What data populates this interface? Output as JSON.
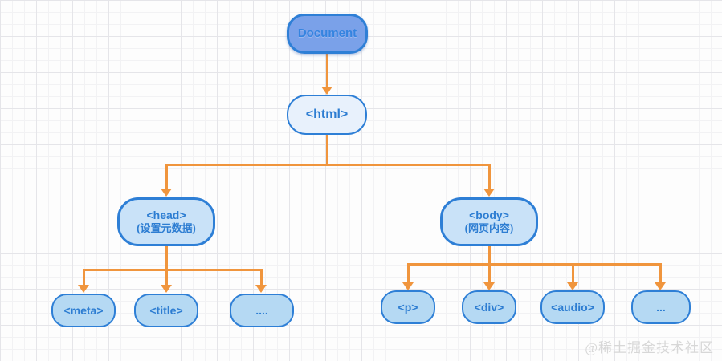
{
  "diagram": {
    "title_hint": "DOM tree structure",
    "watermark": "@稀土掘金技术社区",
    "colors": {
      "node_border": "#2e7fd6",
      "node_text": "#2d7dd2",
      "document_text": "#3584e0",
      "document_fill": "#7aa1e9",
      "html_fill": "#e8f1fc",
      "branch_fill": "#c9e2f8",
      "leaf_fill": "#b5d9f3",
      "connector": "#f0953d"
    },
    "nodes": {
      "document": {
        "label": "Document"
      },
      "html": {
        "label": "<html>"
      },
      "head": {
        "label": "<head>",
        "sublabel": "(设置元数据)"
      },
      "body": {
        "label": "<body>",
        "sublabel": "(网页内容)"
      },
      "meta": {
        "label": "<meta>"
      },
      "title": {
        "label": "<title>"
      },
      "head_more": {
        "label": "...."
      },
      "p": {
        "label": "<p>"
      },
      "div": {
        "label": "<div>"
      },
      "audio": {
        "label": "<audio>"
      },
      "body_more": {
        "label": "..."
      }
    }
  }
}
